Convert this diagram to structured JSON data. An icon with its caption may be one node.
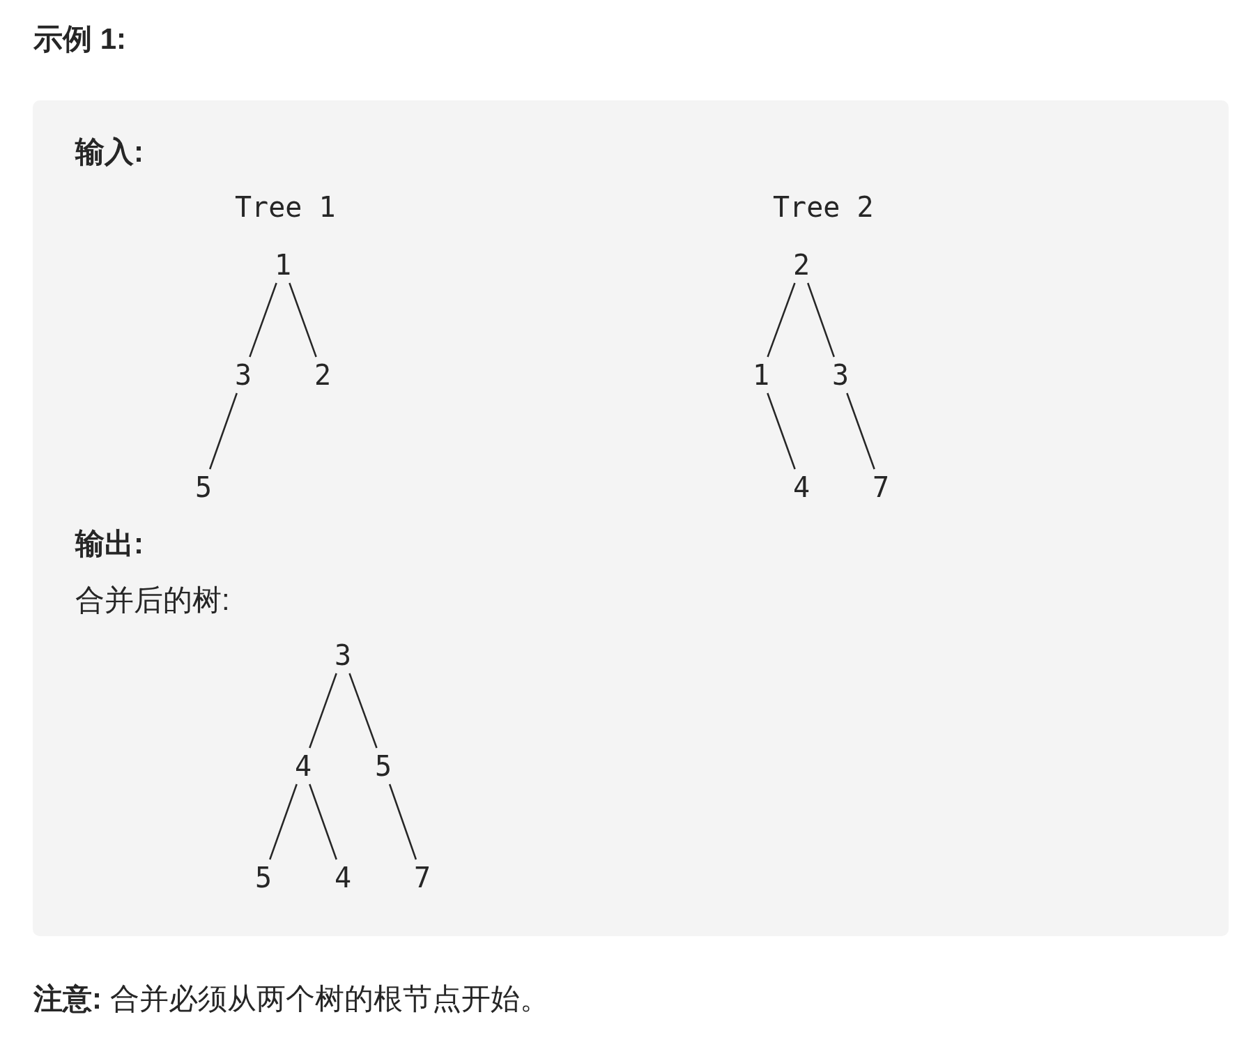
{
  "diagram": {
    "title": "示例 1:",
    "caption": "**注意:** 合并必须从两个树的根节点开始。",
    "nodes": [
      {
        "text": [
          "1"
        ]
      },
      {
        "text": [
          "3"
        ]
      },
      {
        "text": [
          "2"
        ]
      },
      {
        "text": [
          "5"
        ]
      },
      {
        "text": [
          "2"
        ]
      },
      {
        "text": [
          "1"
        ]
      },
      {
        "text": [
          "3"
        ]
      },
      {
        "text": [
          "4"
        ]
      },
      {
        "text": [
          "7"
        ]
      },
      {
        "text": [
          "3"
        ]
      },
      {
        "text": [
          "4"
        ]
      },
      {
        "text": [
          "5"
        ]
      },
      {
        "text": [
          "5"
        ]
      },
      {
        "text": [
          "4"
        ]
      },
      {
        "text": [
          "7"
        ]
      }
    ],
    "edges": [
      {
        "from": 0,
        "to": 1,
        "arrow": "none"
      },
      {
        "from": 0,
        "to": 2,
        "arrow": "none"
      },
      {
        "from": 1,
        "to": 3,
        "arrow": "none"
      },
      {
        "from": 4,
        "to": 5,
        "arrow": "none"
      },
      {
        "from": 4,
        "to": 6,
        "arrow": "none"
      },
      {
        "from": 5,
        "to": 7,
        "arrow": "none"
      },
      {
        "from": 6,
        "to": 8,
        "arrow": "none"
      },
      {
        "from": 9,
        "to": 10,
        "arrow": "none"
      },
      {
        "from": 9,
        "to": 11,
        "arrow": "none"
      },
      {
        "from": 10,
        "to": 12,
        "arrow": "none"
      },
      {
        "from": 10,
        "to": 13,
        "arrow": "none"
      },
      {
        "from": 11,
        "to": 14,
        "arrow": "none"
      }
    ],
    "labels": [
      "输入:",
      "Tree 1",
      "Tree 2",
      "输出:",
      "合并后的树:"
    ]
  }
}
